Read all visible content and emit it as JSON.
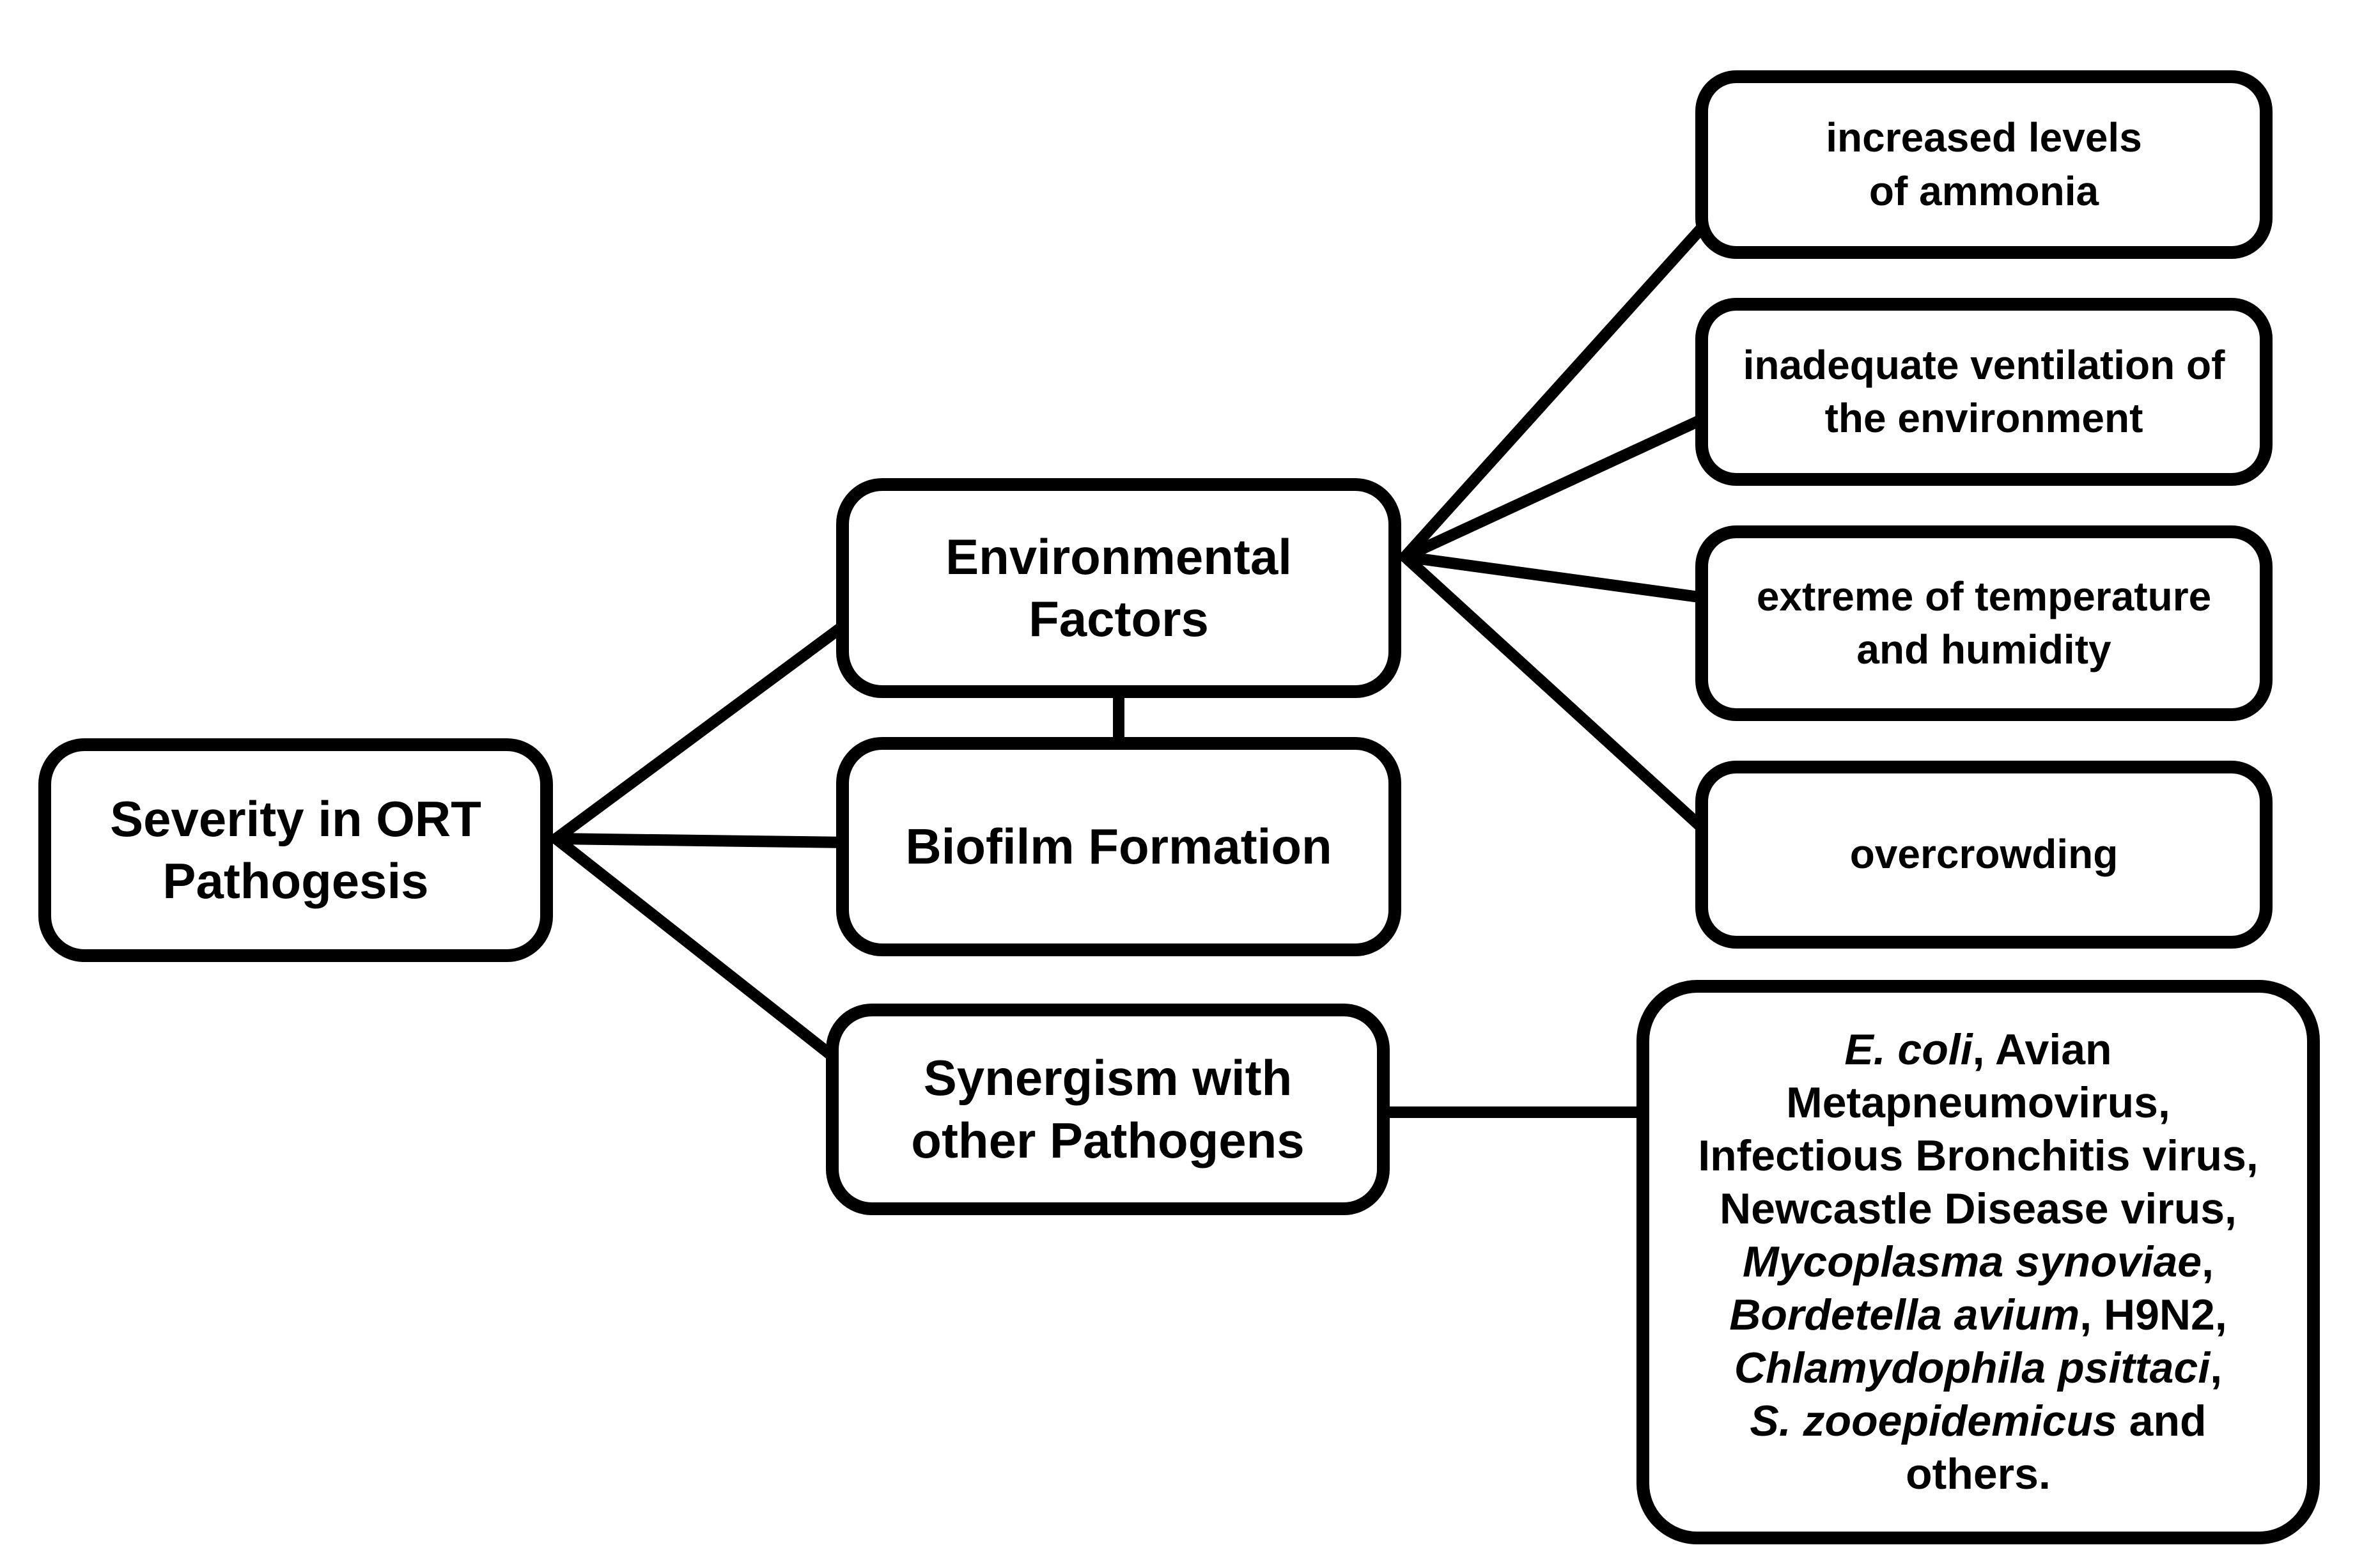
{
  "colors": {
    "background": "#ffffff",
    "node_fill": "#ffffff",
    "stroke": "#000000",
    "text": "#000000"
  },
  "nodes": {
    "severity": {
      "label": "Severity in ORT\nPathogesis"
    },
    "environmental": {
      "label": "Environmental\nFactors"
    },
    "biofilm": {
      "label": "Biofilm Formation"
    },
    "synergism": {
      "label": "Synergism with\nother Pathogens"
    },
    "ammonia": {
      "label": "increased levels\nof ammonia"
    },
    "ventilation": {
      "label": "inadequate ventilation of\nthe environment"
    },
    "temperature": {
      "label": "extreme of temperature\nand humidity"
    },
    "overcrowding": {
      "label": "overcrowding"
    },
    "pathogens": {
      "segments": [
        {
          "t": "E. coli",
          "i": true
        },
        {
          "t": ", Avian\nMetapneumovirus,\nInfectious Bronchitis virus,\nNewcastle Disease virus,\n",
          "i": false
        },
        {
          "t": "Mycoplasma synoviae",
          "i": true
        },
        {
          "t": ",\n",
          "i": false
        },
        {
          "t": "Bordetella avium",
          "i": true
        },
        {
          "t": ", H9N2,\n",
          "i": false
        },
        {
          "t": "Chlamydophila psittaci",
          "i": true
        },
        {
          "t": ",\n",
          "i": false
        },
        {
          "t": "S. zooepidemicus",
          "i": true
        },
        {
          "t": " and\nothers.",
          "i": false
        }
      ]
    }
  },
  "edges": [
    {
      "from": "severity",
      "to": "environmental"
    },
    {
      "from": "severity",
      "to": "biofilm"
    },
    {
      "from": "severity",
      "to": "synergism"
    },
    {
      "from": "environmental",
      "to": "biofilm"
    },
    {
      "from": "environmental",
      "to": "ammonia"
    },
    {
      "from": "environmental",
      "to": "ventilation"
    },
    {
      "from": "environmental",
      "to": "temperature"
    },
    {
      "from": "environmental",
      "to": "overcrowding"
    },
    {
      "from": "synergism",
      "to": "pathogens"
    }
  ]
}
